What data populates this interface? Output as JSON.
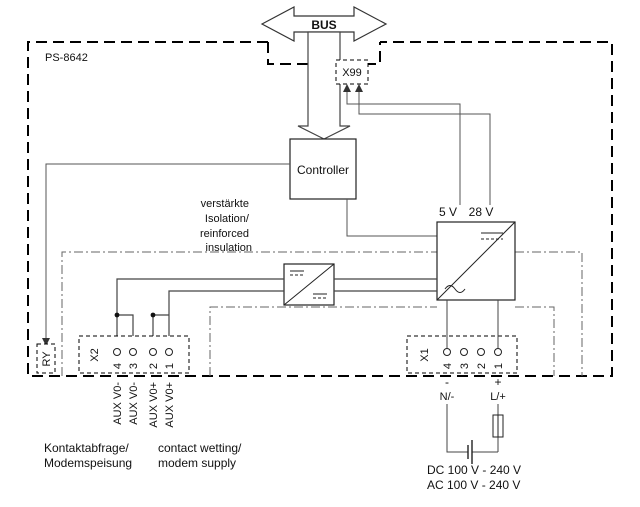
{
  "device_label": "PS-8642",
  "bus_label": "BUS",
  "x99_label": "X99",
  "controller_label": "Controller",
  "isolation": [
    "verstärkte",
    "Isolation/",
    "reinforced",
    "insulation"
  ],
  "voltage_5v": "5 V",
  "voltage_28v": "28 V",
  "ry_label": "RY",
  "x2": {
    "label": "X2",
    "pins": [
      "4",
      "3",
      "2",
      "1"
    ],
    "signals": [
      "AUX V0-",
      "AUX V0-",
      "AUX V0+",
      "AUX V0+"
    ]
  },
  "x1": {
    "label": "X1",
    "pins": [
      "4",
      "3",
      "2",
      "1"
    ],
    "minus": "-",
    "plus": "+",
    "n_label": "N/-",
    "l_label": "L/+"
  },
  "caption_de": [
    "Kontaktabfrage/",
    "Modemspeisung"
  ],
  "caption_en": [
    "contact wetting/",
    "modem supply"
  ],
  "supply": [
    "DC 100 V - 240 V",
    "AC 100 V - 240 V"
  ]
}
